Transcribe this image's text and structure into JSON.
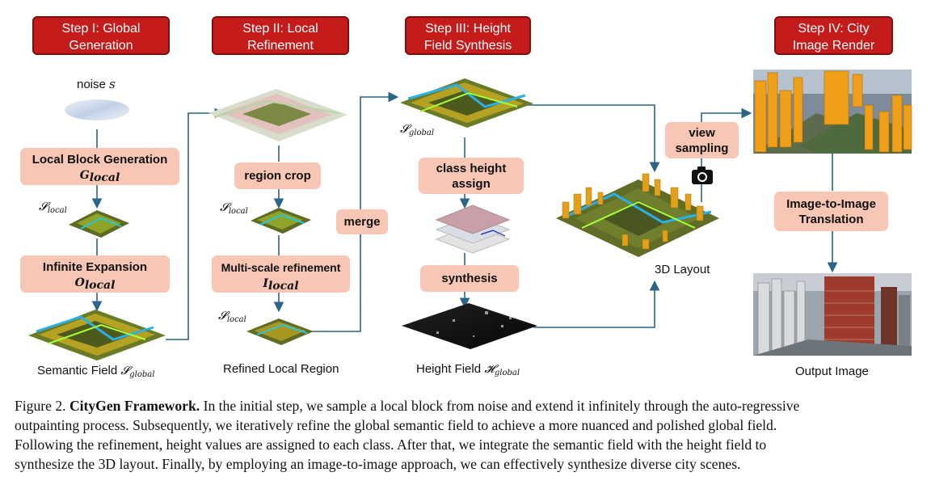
{
  "steps": {
    "s1": [
      "Step I: Global",
      "Generation"
    ],
    "s2": [
      "Step II: Local",
      "Refinement"
    ],
    "s3": [
      "Step III: Height",
      "Field Synthesis"
    ],
    "s4": [
      "Step IV: City",
      "Image Render"
    ]
  },
  "labels": {
    "noise_word": "noise",
    "noise_sym": "s",
    "semantic_field": "Semantic Field",
    "refined_local_region": "Refined Local Region",
    "height_field": "Height Field",
    "layout_3d": "3D Layout",
    "output_image": "Output Image"
  },
  "symbols": {
    "S": "𝓢",
    "H": "𝓗",
    "local": "local",
    "global": "global"
  },
  "boxes": {
    "local_block": "Local Block Generation",
    "local_block_sym": "G",
    "local_block_sub": "local",
    "infinite_expansion": "Infinite Expansion",
    "infinite_expansion_sym": "O",
    "infinite_expansion_sub": "local",
    "region_crop": "region crop",
    "multi_scale": "Multi-scale refinement",
    "multi_scale_sym": "I",
    "multi_scale_sub": "local",
    "merge": "merge",
    "class_height_1": "class height",
    "class_height_2": "assign",
    "synthesis": "synthesis",
    "view_sampling_1": "view",
    "view_sampling_2": "sampling",
    "img2img_1": "Image-to-Image",
    "img2img_2": "Translation"
  },
  "caption": {
    "prefix": "Figure 2.",
    "bold": "CityGen Framework.",
    "lines": [
      " In the initial step, we sample a local block from noise and extend it infinitely through the auto-regressive",
      "outpainting process.  Subsequently, we iteratively refine the global semantic field to achieve a more nuanced and polished global field.",
      "Following the refinement, height values are assigned to each class.  After that, we integrate the semantic field with the height field to",
      "synthesize the 3D layout. Finally, by employing an image-to-image approach, we can effectively synthesize diverse city scenes."
    ]
  },
  "colors": {
    "step_red": "#c41b1b",
    "box_peach": "#f7c6b4",
    "arrow": "#2a6488"
  }
}
